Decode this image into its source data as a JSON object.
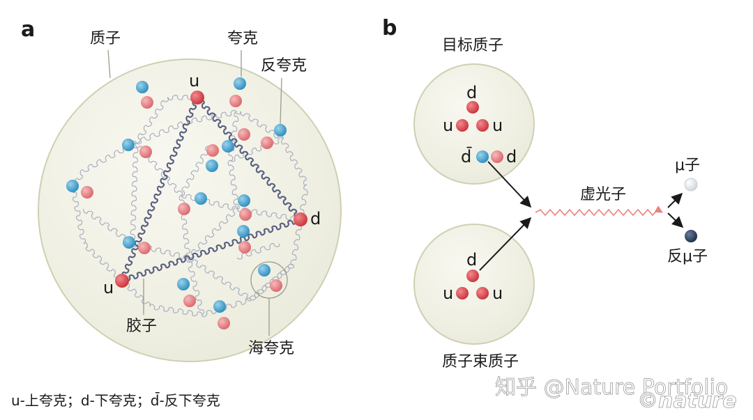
{
  "panel_a": {
    "letter": "a",
    "labels": {
      "proton": "质子",
      "quark": "夸克",
      "antiquark": "反夸克",
      "gluon": "胶子",
      "sea_quark": "海夸克",
      "u_top": "u",
      "d_right": "d",
      "u_bottom": "u"
    }
  },
  "panel_b": {
    "letter": "b",
    "labels": {
      "target_proton": "目标质子",
      "beam_proton": "质子束质子",
      "virtual_photon": "虚光子",
      "muon": "μ子",
      "antimuon": "反μ子",
      "t_d": "d",
      "t_u_left": "u",
      "t_u_right": "u",
      "t_dbar": "d̄",
      "t_d2": "d",
      "b_d": "d",
      "b_u_left": "u",
      "b_u_right": "u"
    }
  },
  "footer": {
    "legend": "u-上夸克；d-下夸克；d̄-反下夸克",
    "watermark": "知乎 @Nature Portfolio",
    "nature_mark": "©nature"
  },
  "colors": {
    "red_quark": "#d8464e",
    "pink_quark": "#e98a8c",
    "blue_quark": "#3fa2cf",
    "proton_fill": "#f1f1e6",
    "proton_edge": "#cfcfb2",
    "gluon": "#a9aebf",
    "gluon_dark": "#586080",
    "photon": "#e9837d",
    "muon": "#e4e8ec",
    "antimuon": "#2e3f5c"
  }
}
